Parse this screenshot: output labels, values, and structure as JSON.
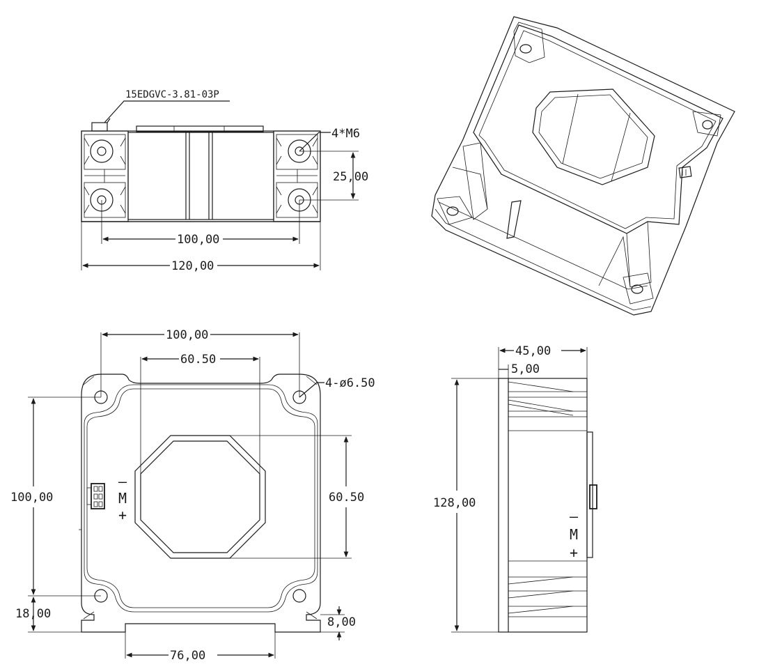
{
  "top_view": {
    "connector_label": "15EDGVC-3.81-03P",
    "hole_label": "4*M6",
    "dim_hole_spacing_v": "25,00",
    "dim_hole_spacing_h": "100,00",
    "dim_width": "120,00"
  },
  "front_view": {
    "dim_mount_spacing": "100,00",
    "dim_aperture_w": "60.50",
    "hole_label": "4-ø6.50",
    "dim_mount_v": "100,00",
    "dim_aperture_h": "60.50",
    "dim_bottom_offset": "18,00",
    "dim_foot_h": "8,00",
    "dim_foot_w": "76,00",
    "mark_minus": "–",
    "mark_m": "M",
    "mark_plus": "+"
  },
  "side_view": {
    "dim_depth": "45,00",
    "dim_flange": "5,00",
    "dim_height": "128,00",
    "mark_minus": "–",
    "mark_m": "M",
    "mark_plus": "+"
  }
}
